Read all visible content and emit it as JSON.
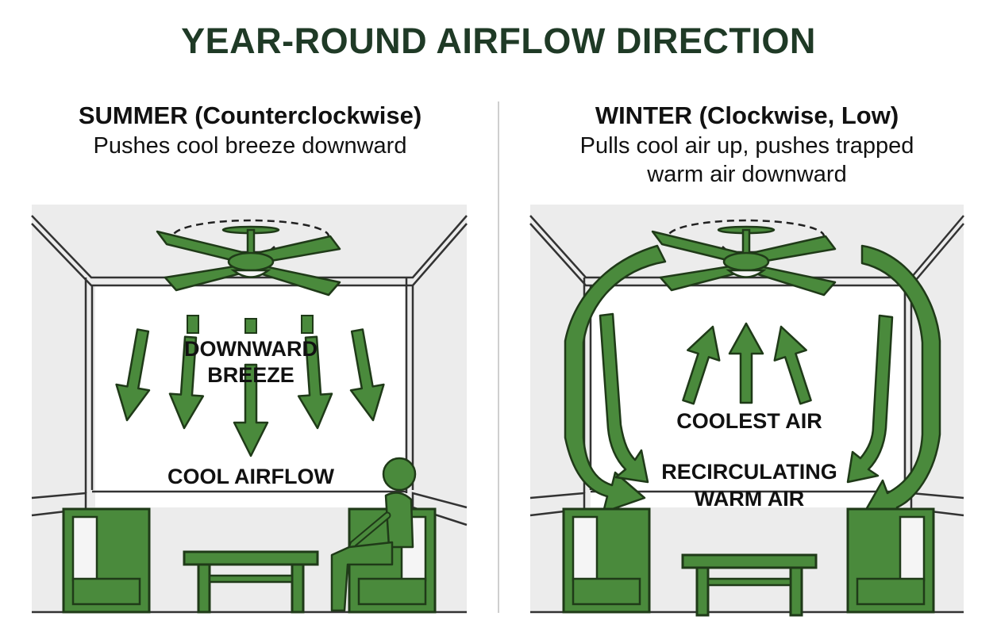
{
  "title": "YEAR-ROUND AIRFLOW DIRECTION",
  "summer": {
    "heading": "SUMMER (Counterclockwise)",
    "description": "Pushes cool breeze downward",
    "label_breeze_line1": "DOWNWARD",
    "label_breeze_line2": "BREEZE",
    "label_airflow": "COOL AIRFLOW"
  },
  "winter": {
    "heading": "WINTER (Clockwise, Low)",
    "description_line1": "Pulls cool air up, pushes trapped",
    "description_line2": "warm air downward",
    "label_coolest": "COOLEST AIR",
    "label_recirc_line1": "RECIRCULATING",
    "label_recirc_line2": "WARM AIR"
  },
  "colors": {
    "green": "#4a8a3c",
    "outline": "#1f3a18",
    "wall": "#ececec",
    "title": "#1f3a26"
  }
}
